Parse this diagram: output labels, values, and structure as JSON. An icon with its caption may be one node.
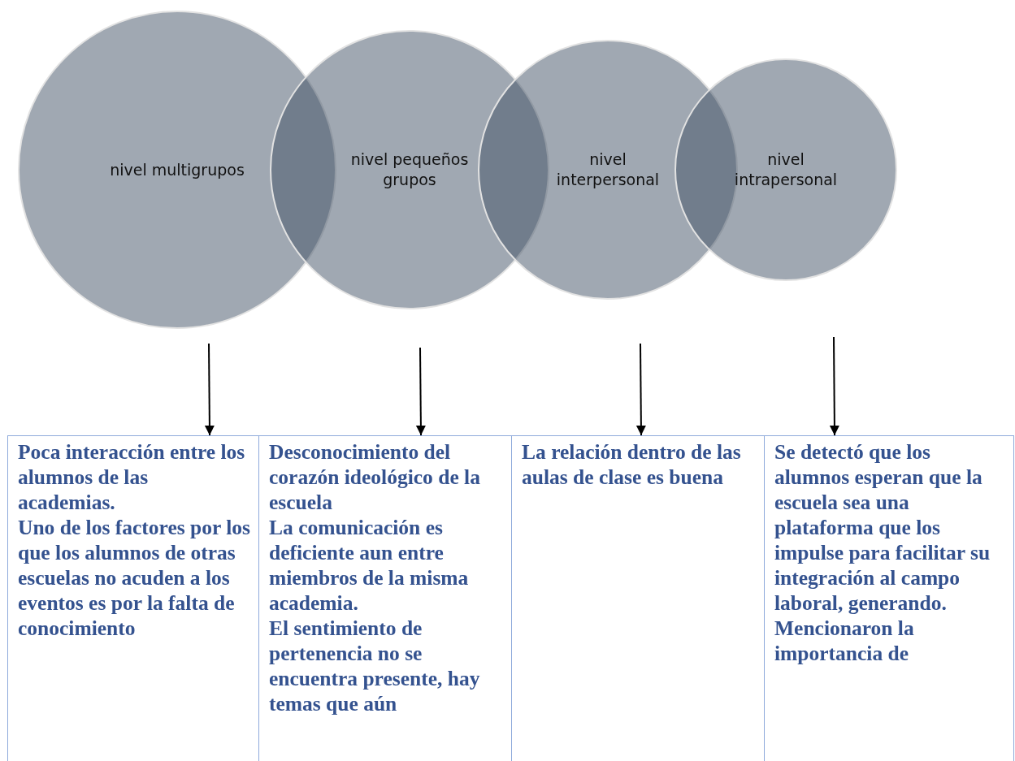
{
  "diagram": {
    "nodes": [
      {
        "text": [
          "nivel multigrupos"
        ]
      },
      {
        "text": [
          "nivel pequeños grupos"
        ]
      },
      {
        "text": [
          "nivel interpersonal"
        ]
      },
      {
        "text": [
          "nivel intrapersonal"
        ]
      },
      {
        "text": [
          "Poca interacción entre los alumnos de las academias.",
          "Uno de los factores por los que los alumnos de otras escuelas no acuden a los eventos es por la falta de conocimiento"
        ]
      },
      {
        "text": [
          "Desconocimiento del corazón ideológico de la escuela",
          "La comunicación es deficiente aun entre miembros de la misma academia.",
          "El sentimiento de pertenencia no se encuentra presente, hay temas que aún"
        ]
      },
      {
        "text": [
          "La relación dentro de las aulas de clase es buena"
        ]
      },
      {
        "text": [
          "Se detectó que los alumnos esperan que la escuela sea una plataforma que los impulse para facilitar su integración al campo laboral, generando.",
          "Mencionaron la importancia de"
        ]
      }
    ],
    "edges": [
      {
        "from": null,
        "to": 4,
        "arrow": "to"
      },
      {
        "from": null,
        "to": 5,
        "arrow": "to"
      },
      {
        "from": null,
        "to": 6,
        "arrow": "to"
      },
      {
        "from": null,
        "to": 7,
        "arrow": "to"
      }
    ]
  }
}
